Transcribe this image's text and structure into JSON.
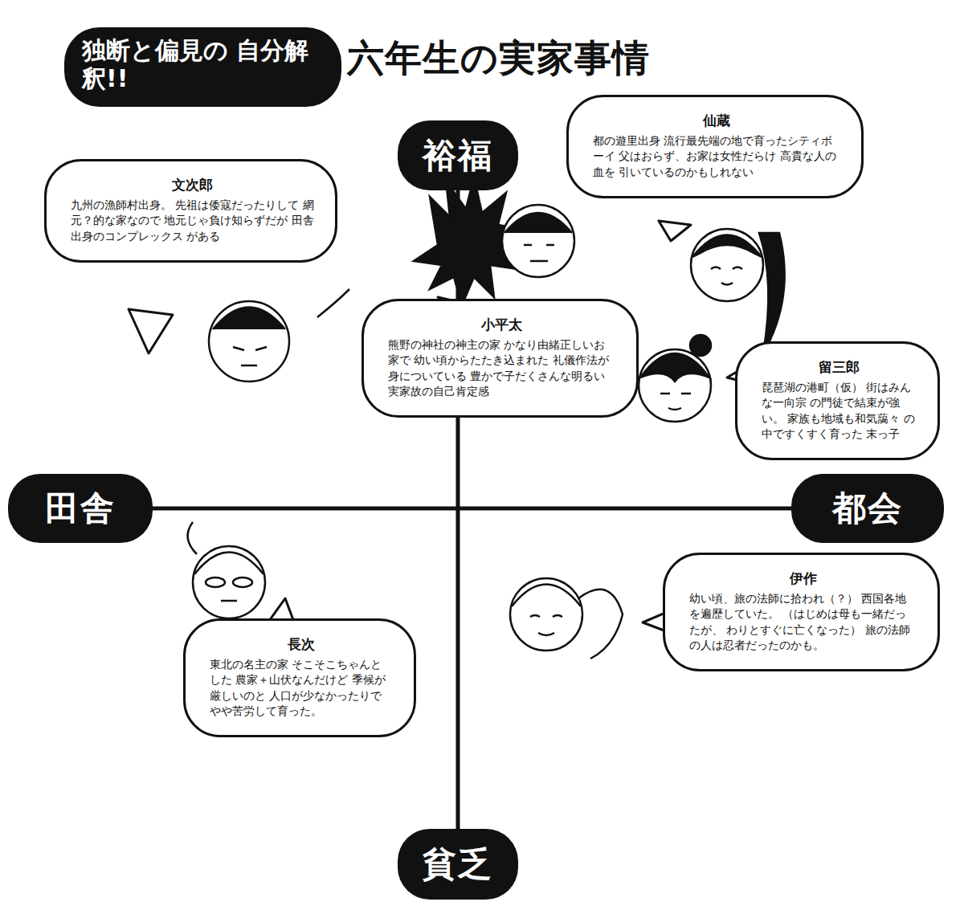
{
  "diagram": {
    "title": "六年生の実家事情",
    "nodes": [
      {
        "text": [
          "独断と偏見の 自分解釈!!"
        ]
      },
      {
        "text": [
          "裕福"
        ]
      },
      {
        "text": [
          "仙蔵",
          "都の遊里出身 流行最先端の地で育ったシティボーイ 父はおらず、お家は女性だらけ 高貴な人の血を 引いているのかもしれない"
        ]
      },
      {
        "text": [
          "文次郎",
          "九州の漁師村出身。 先祖は倭寇だったりして 網元？的な家なので 地元じゃ負け知らずだが 田舎出身のコンプレックス がある"
        ]
      },
      {
        "text": [
          "小平太",
          "熊野の神社の神主の家 かなり由緒正しいお家で 幼い頃からたたき込まれた 礼儀作法が身についている 豊かで子だくさんな明るい 実家故の自己肯定感"
        ]
      },
      {
        "text": [
          "留三郎",
          "琵琶湖の港町（仮） 街はみんな一向宗 の門徒で結束が強い。 家族も地域も和気藹々 の中ですくすく育った 末っ子"
        ]
      },
      {
        "text": [
          "田舎"
        ]
      },
      {
        "text": [
          "都会"
        ]
      },
      {
        "text": [
          "長次",
          "東北の名主の家 そこそこちゃんとした 農家＋山伏なんだけど 季候が厳しいのと 人口が少なかったりで やや苦労して育った。"
        ]
      },
      {
        "text": [
          "伊作",
          "幼い頃、旅の法師に拾われ（？） 西国各地を遍歴していた。 （はじめは母も一緒だったが、 わりとすぐに亡くなった） 旅の法師の人は忍者だったのかも。"
        ]
      },
      {
        "text": [
          "貧乏"
        ]
      }
    ],
    "edges": [
      {
        "from": 1,
        "to": 10,
        "arrow": "none"
      },
      {
        "from": 6,
        "to": 7,
        "arrow": "none"
      }
    ]
  }
}
